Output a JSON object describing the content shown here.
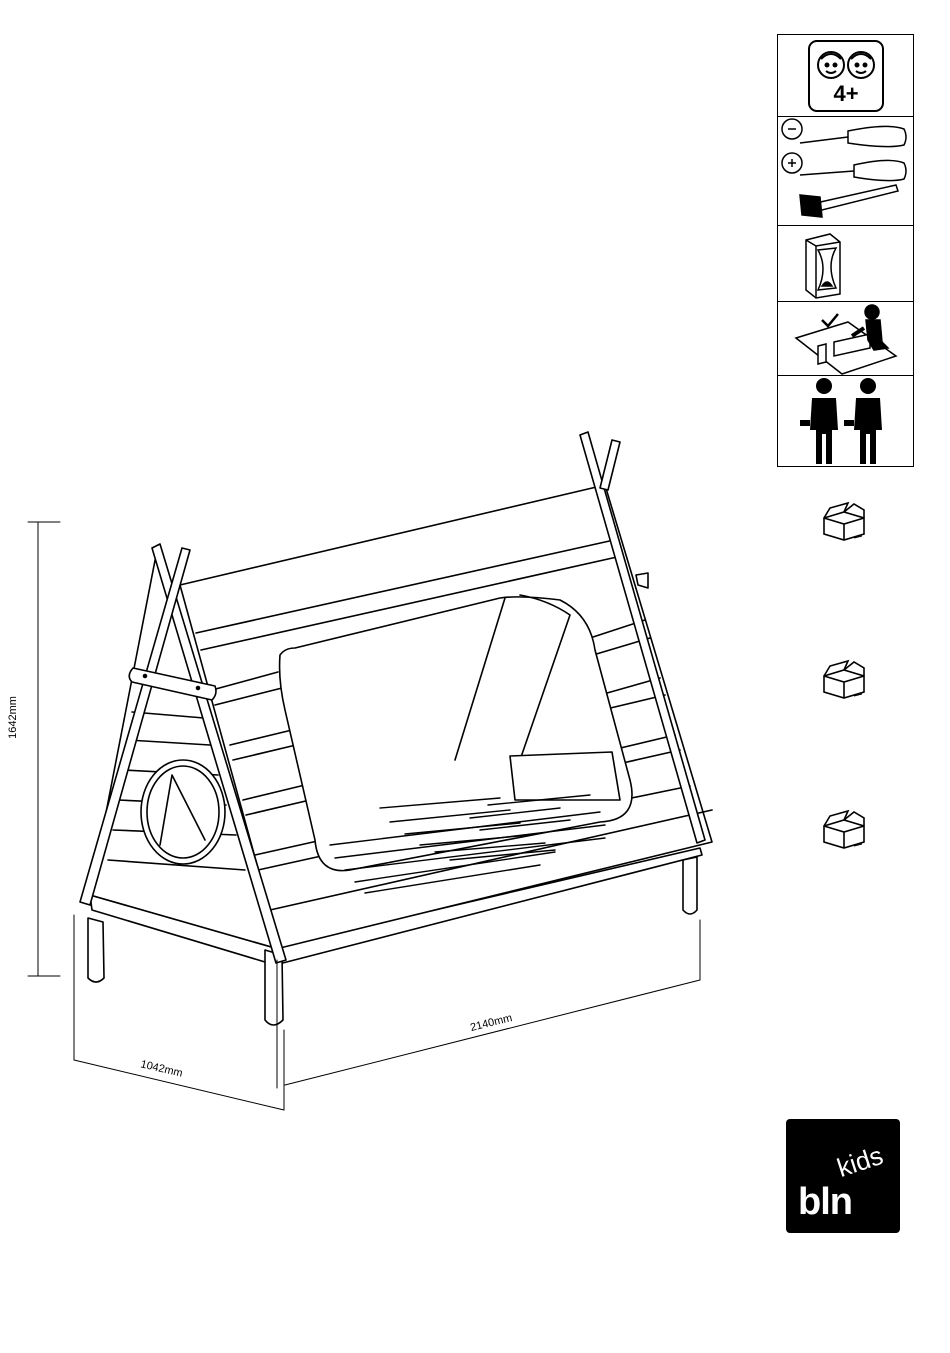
{
  "icons": [
    {
      "name": "age-4plus-icon",
      "label": "4+"
    },
    {
      "name": "tools-icon"
    },
    {
      "name": "hourglass-icon"
    },
    {
      "name": "assembly-mat-icon"
    },
    {
      "name": "two-persons-icon"
    }
  ],
  "packages": [
    "package-box-icon",
    "package-box-icon",
    "package-box-icon"
  ],
  "dimensions": {
    "height": "1642mm",
    "length": "2140mm",
    "width": "1042mm"
  },
  "logo": {
    "main": "bln",
    "sub": "kids"
  }
}
